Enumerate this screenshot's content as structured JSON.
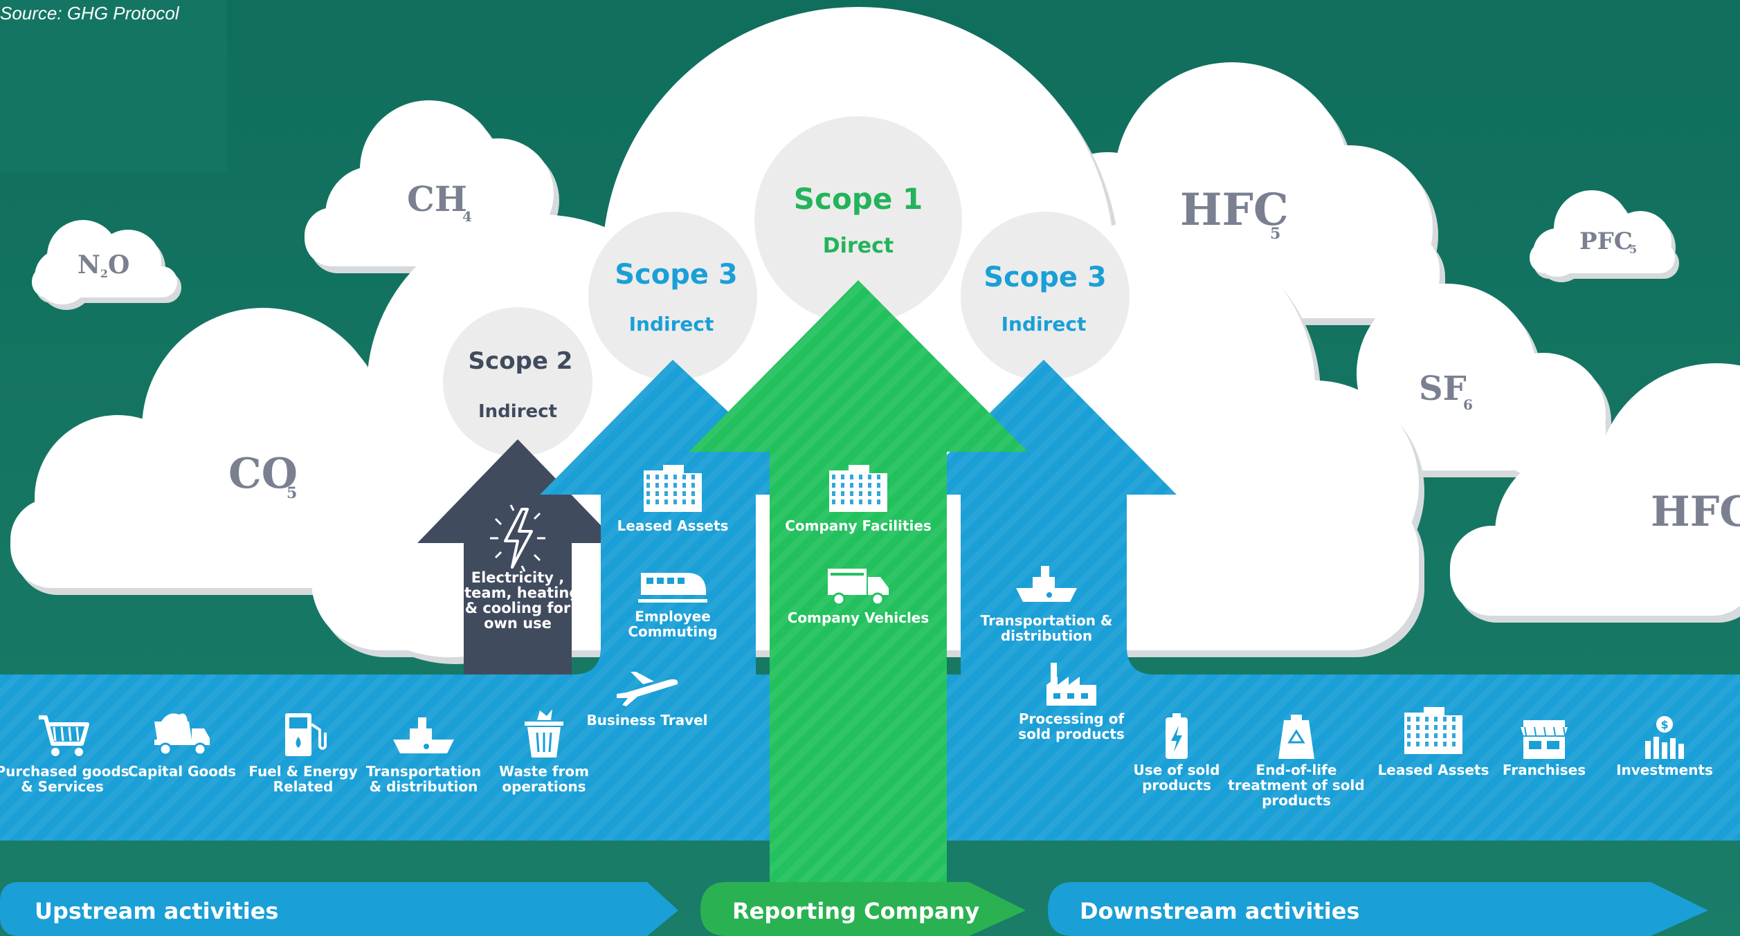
{
  "source": "Source: GHG Protocol",
  "gases": {
    "n2o": {
      "main": "N",
      "sub": "2",
      "tail": "O"
    },
    "ch4": {
      "main": "CH",
      "sub": "4"
    },
    "co2": {
      "main": "CO",
      "sub": "5"
    },
    "hfc_top": {
      "main": "HFC",
      "sub": "5"
    },
    "pfc": {
      "main": "PFC",
      "sub": "5"
    },
    "sf6": {
      "main": "SF",
      "sub": "6"
    },
    "hfc_right": {
      "main": "HFC"
    }
  },
  "scopes": {
    "scope1": {
      "title": "Scope 1",
      "sub": "Direct",
      "color": "#23b35a"
    },
    "scope2": {
      "title": "Scope 2",
      "sub": "Indirect",
      "color": "#414b5e"
    },
    "scope3_left": {
      "title": "Scope 3",
      "sub": "Indirect",
      "color": "#1a9fd7"
    },
    "scope3_right": {
      "title": "Scope 3",
      "sub": "Indirect",
      "color": "#1a9fd7"
    }
  },
  "scope2_item": {
    "icon": "lightning-icon",
    "lines": [
      "Electricity ,",
      "steam, heating",
      "& cooling for",
      "own use"
    ]
  },
  "scope3_left_items": [
    {
      "icon": "building-icon",
      "lines": [
        "Leased Assets"
      ]
    },
    {
      "icon": "train-icon",
      "lines": [
        "Employee",
        "Commuting"
      ]
    },
    {
      "icon": "airplane-icon",
      "lines": [
        "Business Travel"
      ]
    }
  ],
  "scope1_items": [
    {
      "icon": "building-icon",
      "lines": [
        "Company Facilities"
      ]
    },
    {
      "icon": "truck-icon",
      "lines": [
        "Company Vehicles"
      ]
    }
  ],
  "scope3_right_items": [
    {
      "icon": "ship-icon",
      "lines": [
        "Transportation &",
        "distribution"
      ]
    },
    {
      "icon": "factory-icon",
      "lines": [
        "Processing of",
        "sold products"
      ]
    }
  ],
  "upstream_items": [
    {
      "icon": "cart-icon",
      "lines": [
        "Purchased goods",
        "& Services"
      ]
    },
    {
      "icon": "dump-truck-icon",
      "lines": [
        "Capital Goods"
      ]
    },
    {
      "icon": "fuel-pump-icon",
      "lines": [
        "Fuel & Energy",
        "Related"
      ]
    },
    {
      "icon": "ship-icon",
      "lines": [
        "Transportation",
        "& distribution"
      ]
    },
    {
      "icon": "trash-icon",
      "lines": [
        "Waste from",
        "operations"
      ]
    }
  ],
  "downstream_items": [
    {
      "icon": "battery-icon",
      "lines": [
        "Use of sold",
        "products"
      ]
    },
    {
      "icon": "recycle-icon",
      "lines": [
        "End-of-life",
        "treatment of sold",
        "products"
      ]
    },
    {
      "icon": "building-icon",
      "lines": [
        "Leased Assets"
      ]
    },
    {
      "icon": "storefront-icon",
      "lines": [
        "Franchises"
      ]
    },
    {
      "icon": "investment-icon",
      "lines": [
        "Investments"
      ]
    }
  ],
  "bands": {
    "upstream": "Upstream activities",
    "reporting": "Reporting Company",
    "downstream": "Downstream activities"
  },
  "colors": {
    "background": "#15705f",
    "blue": "#1a9fd7",
    "green": "#23b35a",
    "navy": "#414b5e",
    "cloud": "#ffffff",
    "cloud_shadow": "#d9dcde",
    "bubble": "#ececec"
  }
}
